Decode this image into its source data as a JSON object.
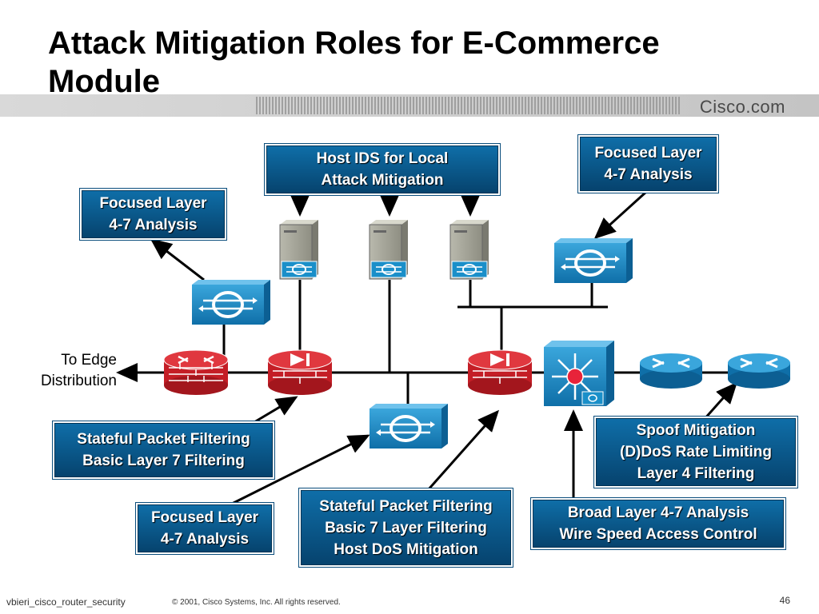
{
  "title_line1": "Attack Mitigation Roles for E-Commerce",
  "title_line2": "Module",
  "brand": "Cisco.com",
  "labels": {
    "host_ids": [
      "Host IDS for Local",
      "Attack Mitigation"
    ],
    "focused_top_right": [
      "Focused Layer",
      "4-7 Analysis"
    ],
    "focused_left": [
      "Focused Layer",
      "4-7 Analysis"
    ],
    "stateful_left": [
      "Stateful Packet Filtering",
      "Basic Layer 7 Filtering"
    ],
    "focused_bottom": [
      "Focused Layer",
      "4-7 Analysis"
    ],
    "stateful_bottom": [
      "Stateful Packet Filtering",
      "Basic 7 Layer Filtering",
      "Host DoS Mitigation"
    ],
    "broad": [
      "Broad Layer 4-7 Analysis",
      "Wire Speed Access Control"
    ],
    "spoof": [
      "Spoof Mitigation",
      "(D)DoS Rate Limiting",
      "Layer 4 Filtering"
    ]
  },
  "edge_label": [
    "To Edge",
    "Distribution"
  ],
  "footer": {
    "left": "vbieri_cisco_router_security",
    "copyright": "© 2001, Cisco Systems, Inc. All rights reserved.",
    "page": "46"
  },
  "colors": {
    "box_blue": "#0a5a8f",
    "device_blue": "#1a8fc9",
    "firewall_red": "#d8232a",
    "banner_gray": "#c8c8c8"
  },
  "icons": [
    "ids-sensor-icon",
    "server-icon",
    "firewall-icon",
    "router-icon",
    "layer3-switch-icon"
  ]
}
